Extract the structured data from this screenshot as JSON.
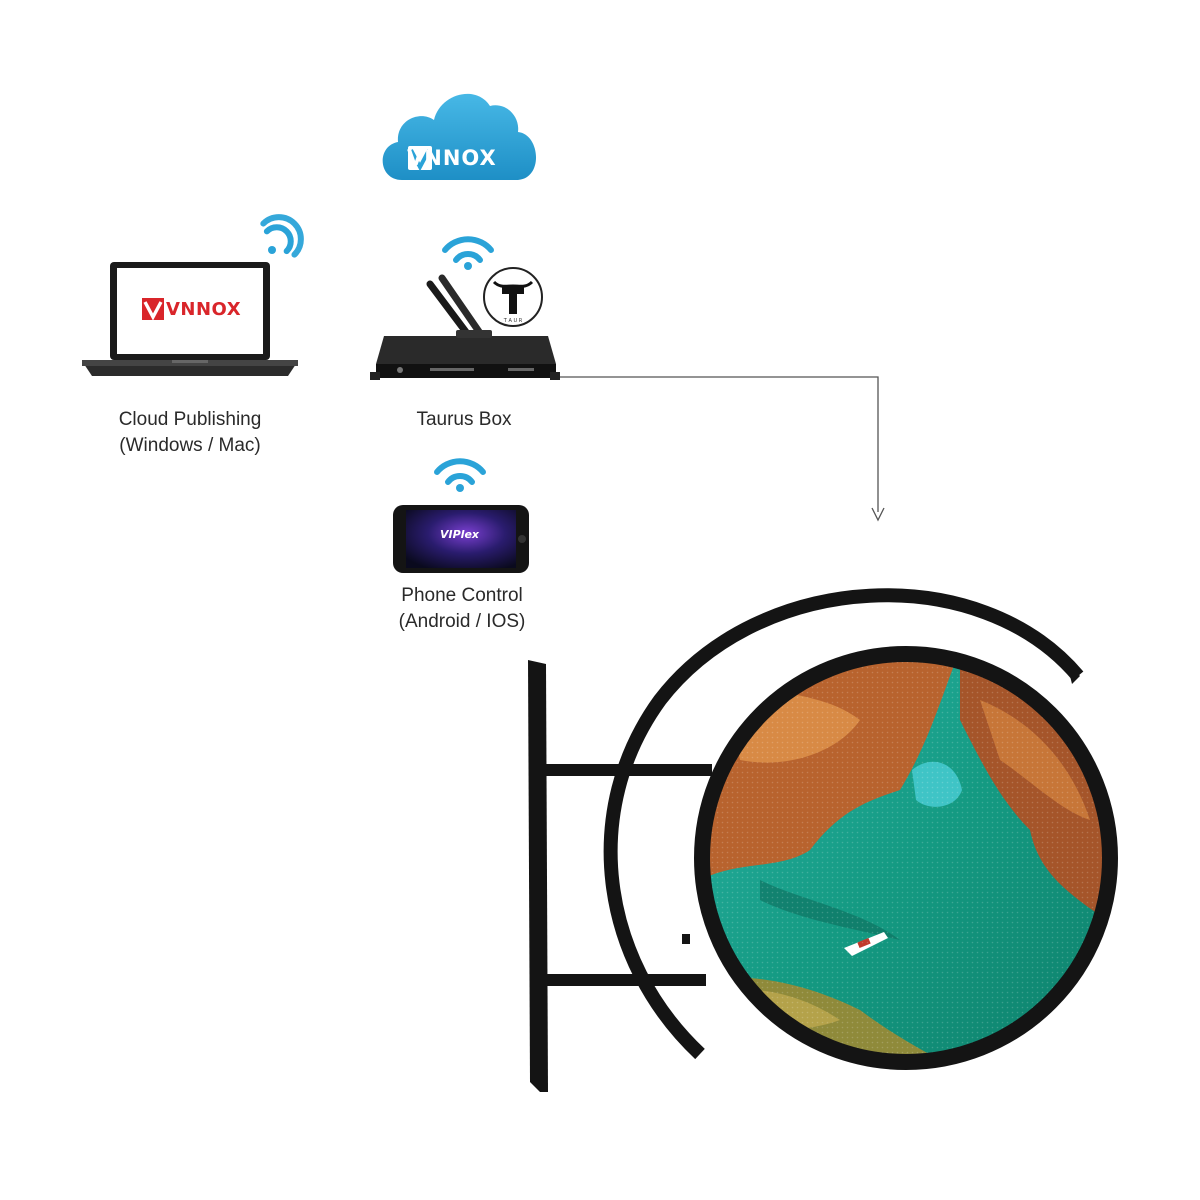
{
  "cloud": {
    "brand": "VNNOX",
    "color": "#2aa3d8"
  },
  "laptop": {
    "screen_brand": "VNNOX",
    "brand_color": "#d9252a",
    "label_line1": "Cloud Publishing",
    "label_line2": "(Windows / Mac)",
    "icon": "wifi-icon"
  },
  "taurus": {
    "label": "Taurus Box",
    "icon": "wifi-icon"
  },
  "phone": {
    "app_name": "VIPlex",
    "label_line1": "Phone Control",
    "label_line2": "(Android / IOS)",
    "icon": "wifi-icon"
  },
  "colors": {
    "wifi": "#2aa3d8",
    "frame": "#141414",
    "connector": "#555555"
  }
}
